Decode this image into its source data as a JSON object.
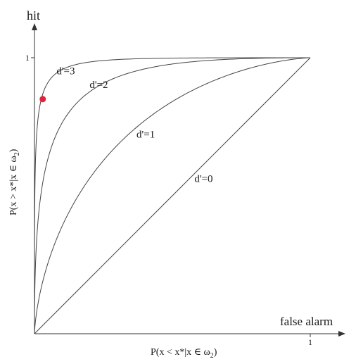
{
  "chart_data": {
    "type": "line",
    "xlabel": "false alarm",
    "ylabel": "hit",
    "xaxis_subtitle": "P(x < x*|x ∈ ω",
    "xaxis_subtitle_sub": "2",
    "yaxis_subtitle": "P(x > x*|x ∈ ω",
    "yaxis_subtitle_sub": "2",
    "x_ticks": [
      1
    ],
    "y_ticks": [
      1
    ],
    "xlim": [
      0,
      1.1
    ],
    "ylim": [
      0,
      1.1
    ],
    "grid": false,
    "legend": "none",
    "series": [
      {
        "name": "d'=0",
        "dprime": 0,
        "label_at": [
          0.58,
          0.55
        ]
      },
      {
        "name": "d'=1",
        "dprime": 1,
        "label_at": [
          0.37,
          0.71
        ]
      },
      {
        "name": "d'=2",
        "dprime": 2,
        "label_at": [
          0.2,
          0.89
        ]
      },
      {
        "name": "d'=3",
        "dprime": 3,
        "label_at": [
          0.08,
          0.94
        ]
      }
    ],
    "highlight_point": {
      "x": 0.03,
      "y": 0.85,
      "color": "#e0243a"
    }
  }
}
